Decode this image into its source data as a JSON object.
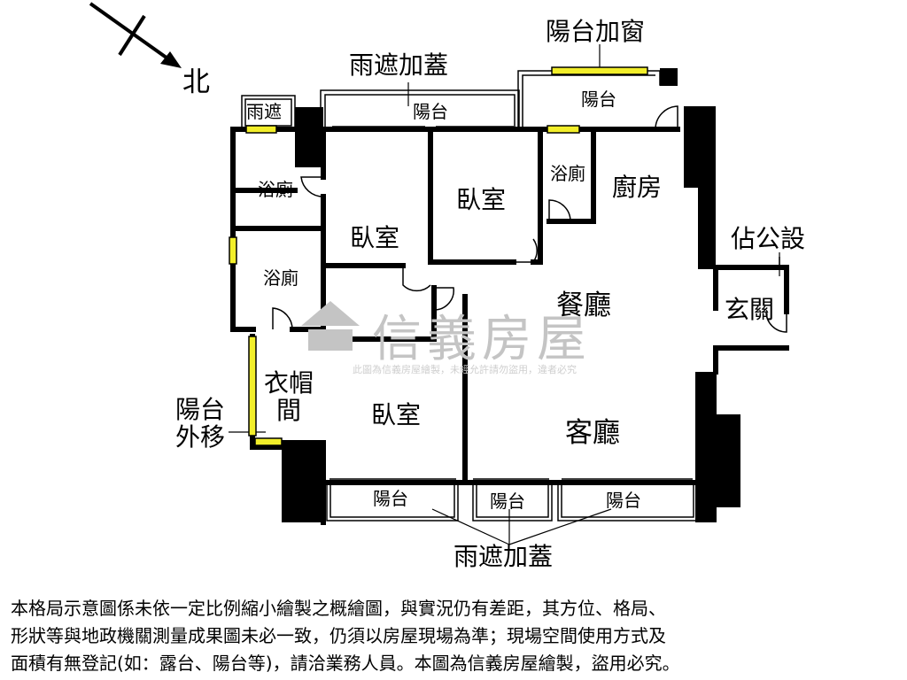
{
  "compass": {
    "north_label": "北"
  },
  "watermark": {
    "brand": "信義房屋",
    "notice": "此圖為信義房屋繪製，未經允許請勿盜用，違者必究"
  },
  "rooms": {
    "rain_cover": "雨遮",
    "rain_cover_add_top": "雨遮加蓋",
    "balcony_window_add": "陽台加窗",
    "balcony": "陽台",
    "bath": "浴廁",
    "bedroom": "臥室",
    "kitchen": "廚房",
    "dining": "餐廳",
    "living": "客廳",
    "entrance": "玄關",
    "shared_area": "佔公設",
    "closet": "衣帽間",
    "balcony_moved_out": "陽台外移",
    "rain_cover_add_bottom": "雨遮加蓋"
  },
  "disclaimer": {
    "line1": "本格局示意圖係未依一定比例縮小繪製之概繪圖，與實況仍有差距，其方位、格局、",
    "line2": "形狀等與地政機關測量成果圖未必一致，仍須以房屋現場為準；現場空間使用方式及",
    "line3": "面積有無登記(如：露台、陽台等)，請洽業務人員。本圖為信義房屋繪製，盜用必究。"
  },
  "colors": {
    "wall": "#000000",
    "window": "#f2ee2a",
    "watermark": "#c4c4c4"
  }
}
